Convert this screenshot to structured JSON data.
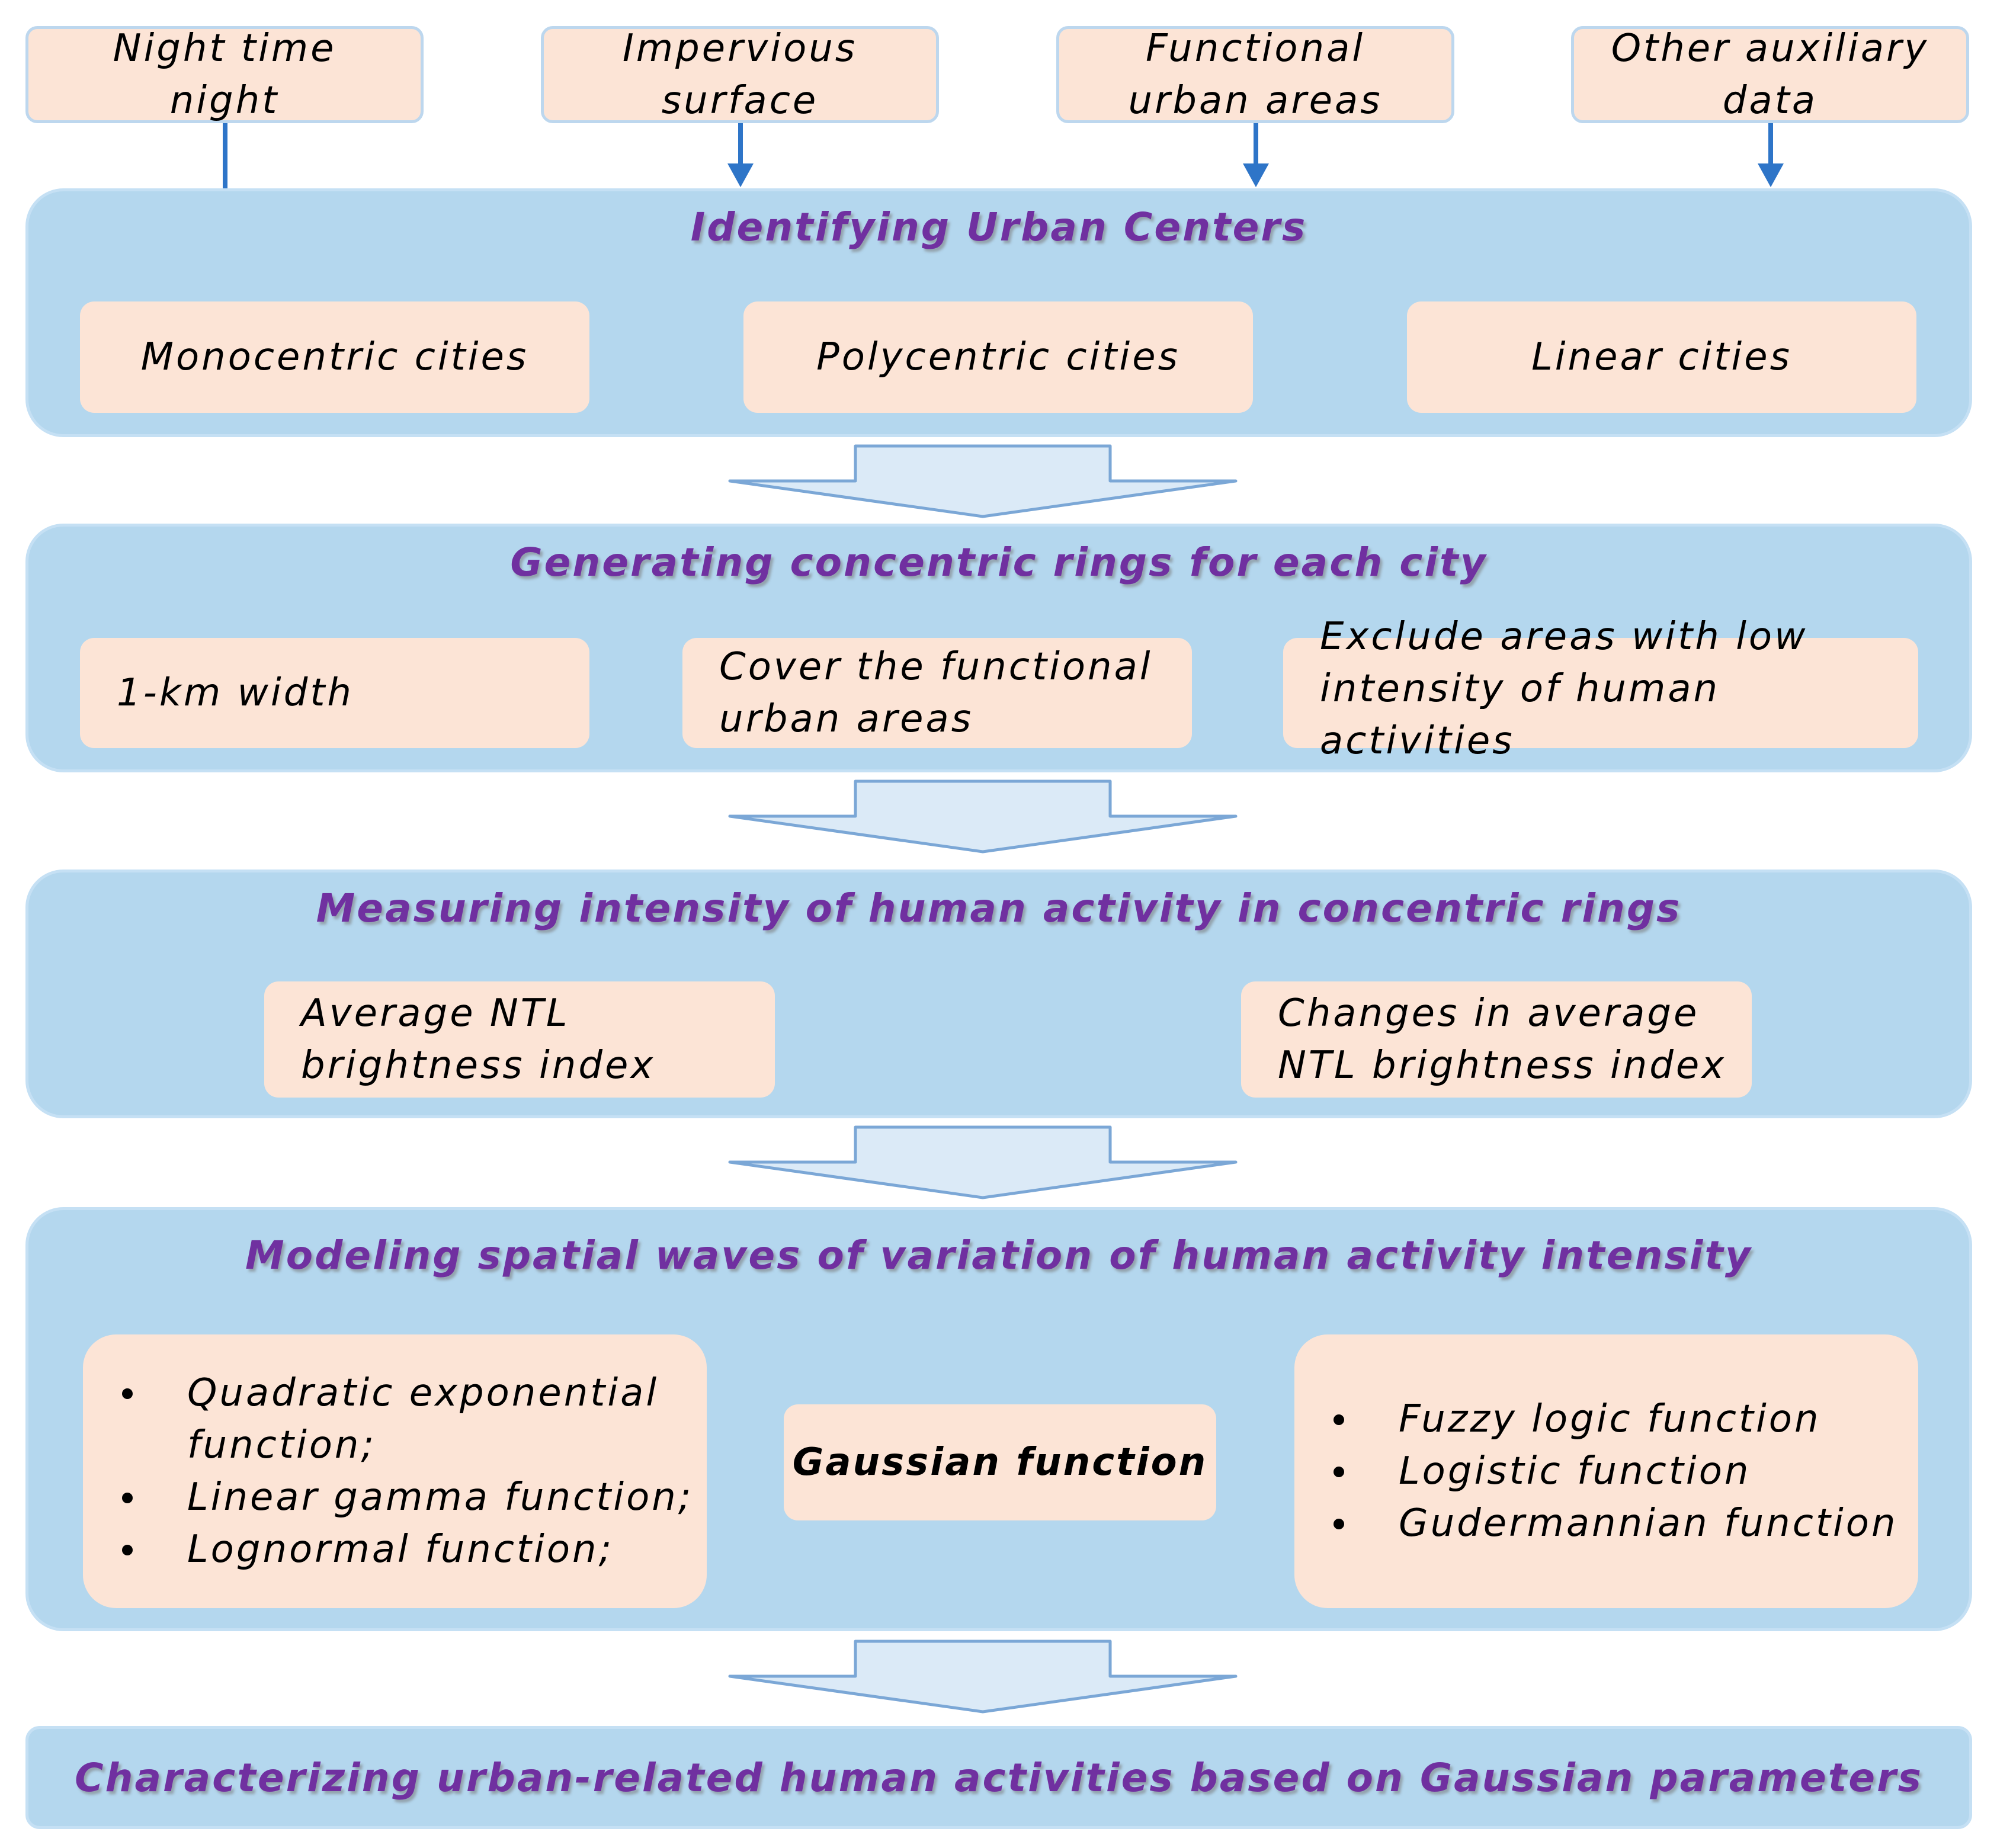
{
  "inputs": [
    {
      "line1": "Night time",
      "line2": "night"
    },
    {
      "line1": "Impervious",
      "line2": "surface"
    },
    {
      "line1": "Functional",
      "line2": "urban areas"
    },
    {
      "line1": "Other auxiliary",
      "line2": "data"
    }
  ],
  "stage1": {
    "title": "Identifying Urban Centers",
    "items": [
      "Monocentric cities",
      "Polycentric cities",
      "Linear cities"
    ]
  },
  "stage2": {
    "title": "Generating concentric rings for each city",
    "item1": "1-km width",
    "item2": {
      "line1": "Cover the functional",
      "line2": "urban areas"
    },
    "item3": {
      "line1": "Exclude areas with low",
      "line2": "intensity of human",
      "line3": "activities"
    }
  },
  "stage3": {
    "title": "Measuring intensity of human activity in concentric rings",
    "item1": {
      "line1": "Average NTL",
      "line2": "brightness index"
    },
    "item2": {
      "line1": "Changes in average",
      "line2": "NTL brightness index"
    }
  },
  "stage4": {
    "title": "Modeling spatial waves of variation of human activity intensity",
    "left_list": [
      "Quadratic exponential function;",
      "Linear gamma function;",
      "Lognormal function;"
    ],
    "center": "Gaussian function",
    "right_list": [
      "Fuzzy logic function",
      "Logistic function",
      "Gudermannian function"
    ]
  },
  "stage5": {
    "title": "Characterizing urban-related human activities based on Gaussian parameters"
  },
  "colors": {
    "stage_fill": "#b4d7ee",
    "box_fill": "#fce4d6",
    "title_text": "#7030a0",
    "arrow_blue": "#2e75c8",
    "flow_arrow_fill": "#dbeaf7"
  }
}
